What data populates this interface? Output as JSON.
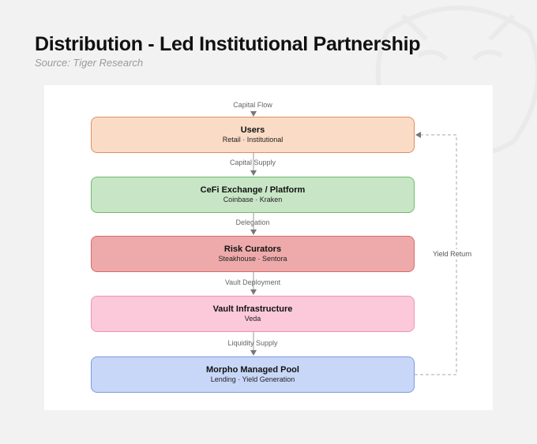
{
  "header": {
    "title": "Distribution - Led Institutional Partnership",
    "source": "Source: Tiger Research"
  },
  "diagram": {
    "top_label": "Capital Flow",
    "nodes": [
      {
        "name": "Users",
        "sub": "Retail · Institutional",
        "fill": "#fadcc6",
        "stroke": "#df8d5e"
      },
      {
        "name": "CeFi Exchange / Platform",
        "sub": "Coinbase · Kraken",
        "fill": "#c8e6c6",
        "stroke": "#6dba6a"
      },
      {
        "name": "Risk Curators",
        "sub": "Steakhouse · Sentora",
        "fill": "#eeaaaa",
        "stroke": "#d56a6a"
      },
      {
        "name": "Vault Infrastructure",
        "sub": "Veda",
        "fill": "#fbc9d9",
        "stroke": "#ef95b3"
      },
      {
        "name": "Morpho Managed Pool",
        "sub": "Lending · Yield Generation",
        "fill": "#c8d7f7",
        "stroke": "#7e9ae0"
      }
    ],
    "edges": [
      {
        "label": "Capital Supply"
      },
      {
        "label": "Delegation"
      },
      {
        "label": "Vault Deployment"
      },
      {
        "label": "Liquidity Supply"
      }
    ],
    "return_edge": {
      "label": "Yield Return"
    }
  }
}
